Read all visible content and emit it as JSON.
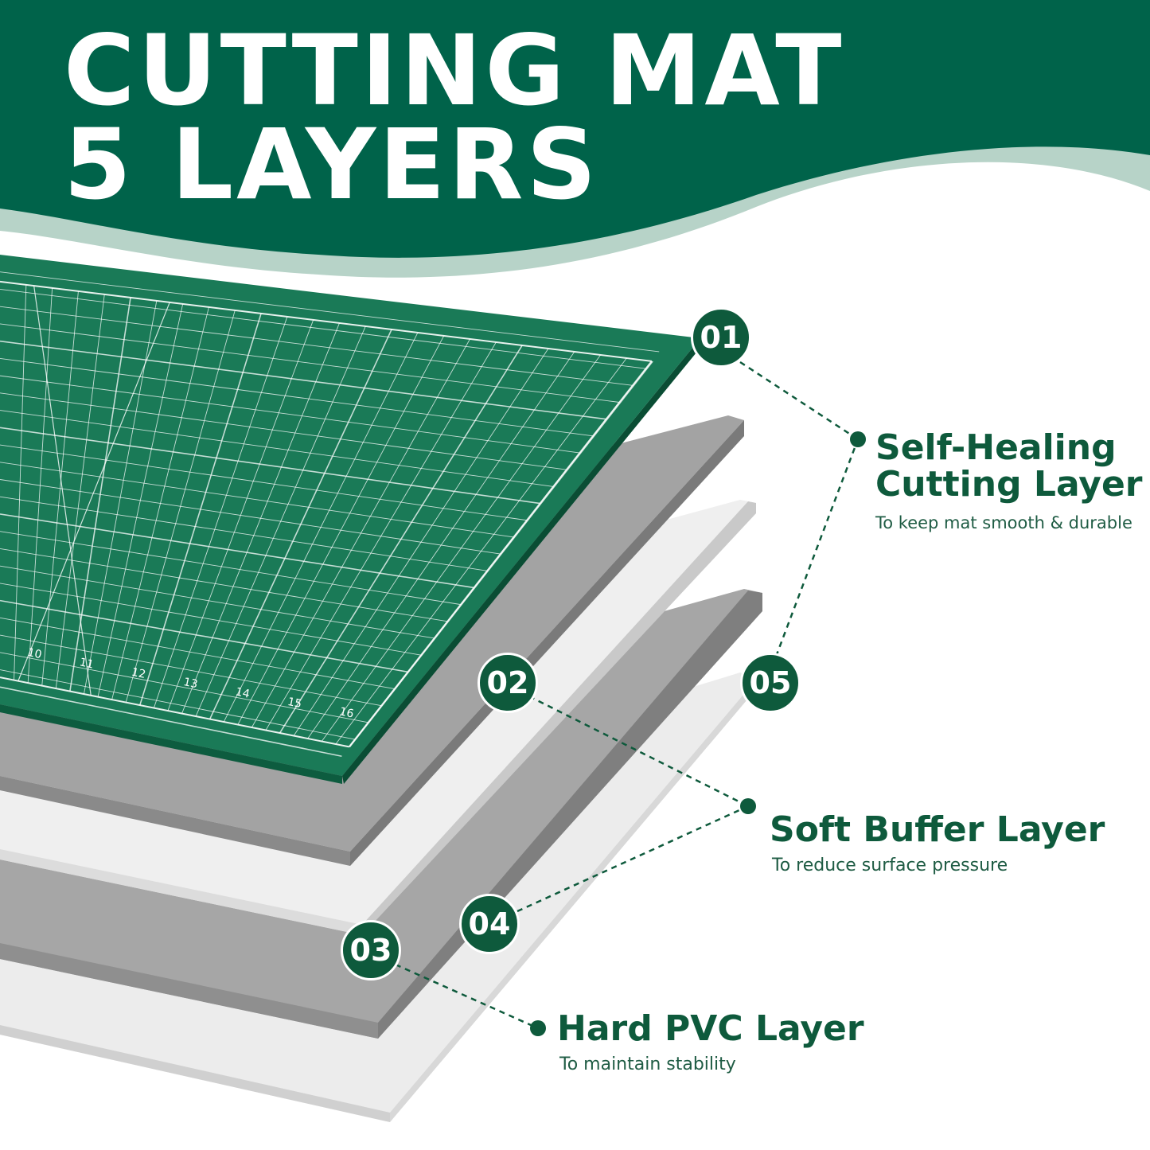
{
  "header": {
    "title_line1": "CUTTING MAT",
    "title_line2": "5 LAYERS"
  },
  "badges": [
    "01",
    "02",
    "03",
    "04",
    "05"
  ],
  "layers": [
    {
      "title": "Self-Healing\nCutting Layer",
      "subtitle": "To keep mat smooth & durable"
    },
    {
      "title": "Soft Buffer Layer",
      "subtitle": "To reduce surface pressure"
    },
    {
      "title": "Hard PVC Layer",
      "subtitle": "To maintain stability"
    }
  ],
  "mat_scale_labels": [
    "10",
    "11",
    "12",
    "13",
    "14",
    "15",
    "16"
  ],
  "colors": {
    "brand_green": "#0e5a3c",
    "header_green": "#00634a",
    "mat_green": "#1a7a57",
    "gray_layer": "#a3a3a3",
    "light_layer": "#ececec"
  }
}
